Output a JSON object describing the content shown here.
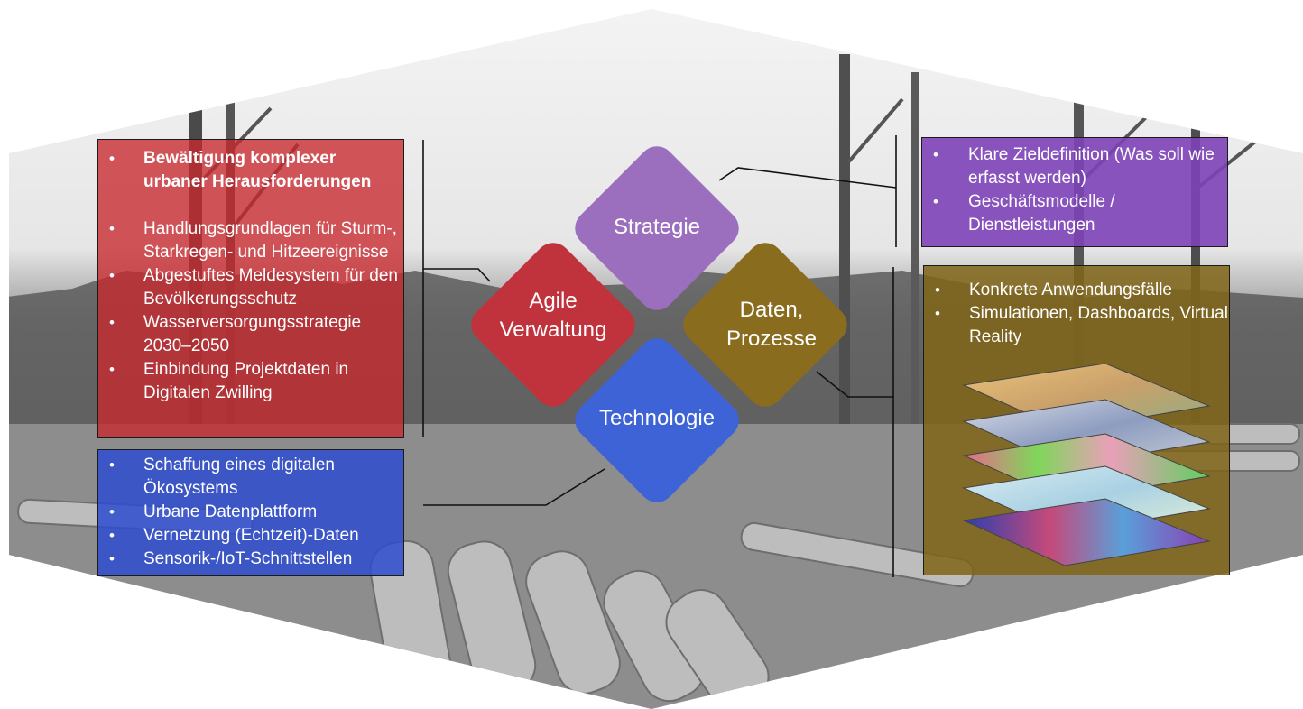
{
  "diamonds": {
    "strategie": {
      "label": "Strategie",
      "color": "#9b6fbd"
    },
    "agile": {
      "label": "Agile\nVerwaltung",
      "color": "#c0333d"
    },
    "daten": {
      "label": "Daten,\nProzesse",
      "color": "#8a6c1f"
    },
    "technologie": {
      "label": "Technologie",
      "color": "#3d63d6"
    }
  },
  "boxes": {
    "red": {
      "items": [
        "Bewältigung komplexer urbaner Herausforderungen",
        "Handlungsgrundlagen für Sturm-, Starkregen- und Hitzeereignisse",
        "Abgestuftes Meldesystem für den Bevölkerungsschutz",
        "Wasserversorgungsstrategie 2030–2050",
        "Einbindung Projektdaten in Digitalen Zwilling"
      ]
    },
    "blue": {
      "items": [
        "Schaffung eines digitalen Ökosystems",
        "Urbane Datenplattform",
        "Vernetzung (Echtzeit)-Daten",
        "Sensorik-/IoT-Schnittstellen"
      ]
    },
    "purple": {
      "items": [
        "Klare Zieldefinition (Was soll wie erfasst werden)",
        "Geschäftsmodelle / Dienstleistungen"
      ]
    },
    "olive": {
      "items": [
        "Konkrete Anwendungsfälle",
        "Simulationen, Dashboards, Virtual Reality"
      ]
    }
  }
}
